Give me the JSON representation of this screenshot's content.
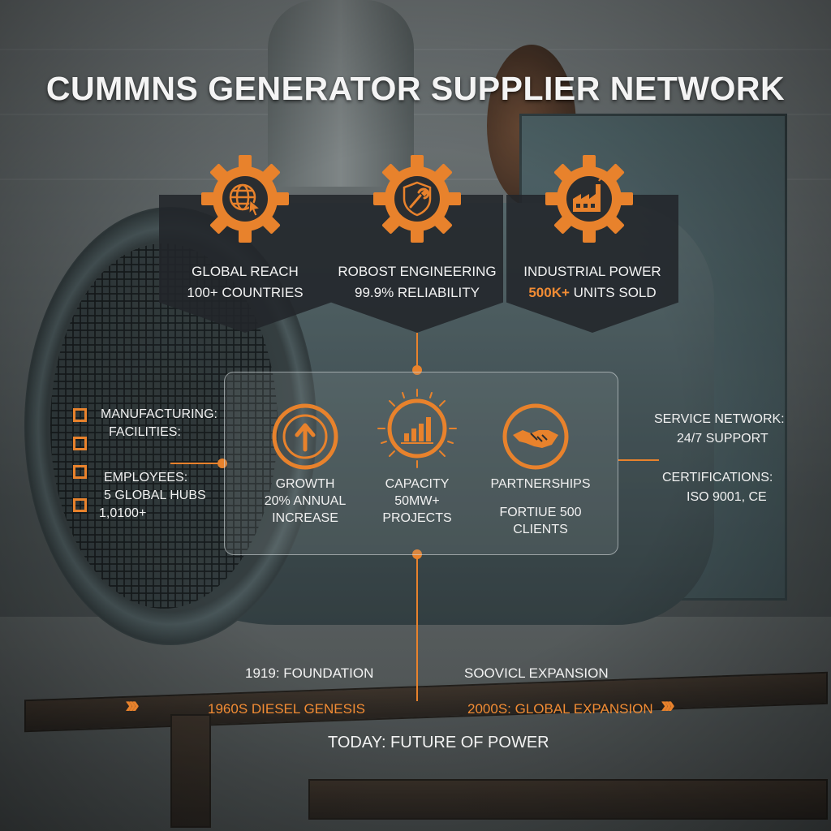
{
  "title": "CUMMNS GENERATOR SUPPLIER NETWORK",
  "banners": [
    {
      "icon": "globe-cursor-icon",
      "label": "GLOBAL REACH",
      "value": "100+ COUNTRIES"
    },
    {
      "icon": "wrench-shield-icon",
      "label": "ROBOST ENGINEERING",
      "value": "99.9% RELIABILITY"
    },
    {
      "icon": "factory-icon",
      "label": "INDUSTRIAL POWER",
      "value_accent": "500K+",
      "value": "UNITS SOLD"
    }
  ],
  "center": {
    "growth": {
      "icon": "arrow-up-icon",
      "line1": "GROWTH",
      "line2": "20% ANNUAL",
      "line3": "INCREASE"
    },
    "capacity": {
      "icon": "bar-chart-icon",
      "line1": "CAPACITY",
      "line2": "50MW+",
      "line3": "PROJECTS"
    },
    "partnerships": {
      "icon": "handshake-icon",
      "line1": "PARTNERSHIPS",
      "line2": "FORTIUE 500 CLIENTS"
    }
  },
  "left": {
    "manufacturing": "MANUFACTURING:",
    "facilities": "FACILITIES:",
    "employees": "EMPLOYEES:",
    "hubs": "5 GLOBAL HUBS",
    "count": "1,0100+"
  },
  "right": {
    "service": "SERVICE NETWORK:",
    "support": "24/7 SUPPORT",
    "certs": "CERTIFICATIONS:",
    "iso": "ISO 9001, CE"
  },
  "timeline": {
    "foundation": "1919: FOUNDATION",
    "soviet": "SOOVICL EXPANSION",
    "diesel": "1960S DIESEL GENESIS",
    "global": "2000S: GLOBAL EXPANSION",
    "today": "TODAY: FUTURE OF POWER",
    "chevrons": "›››"
  },
  "colors": {
    "accent": "#e8822c",
    "panel": "#22262a",
    "text": "#f2f2f2"
  }
}
